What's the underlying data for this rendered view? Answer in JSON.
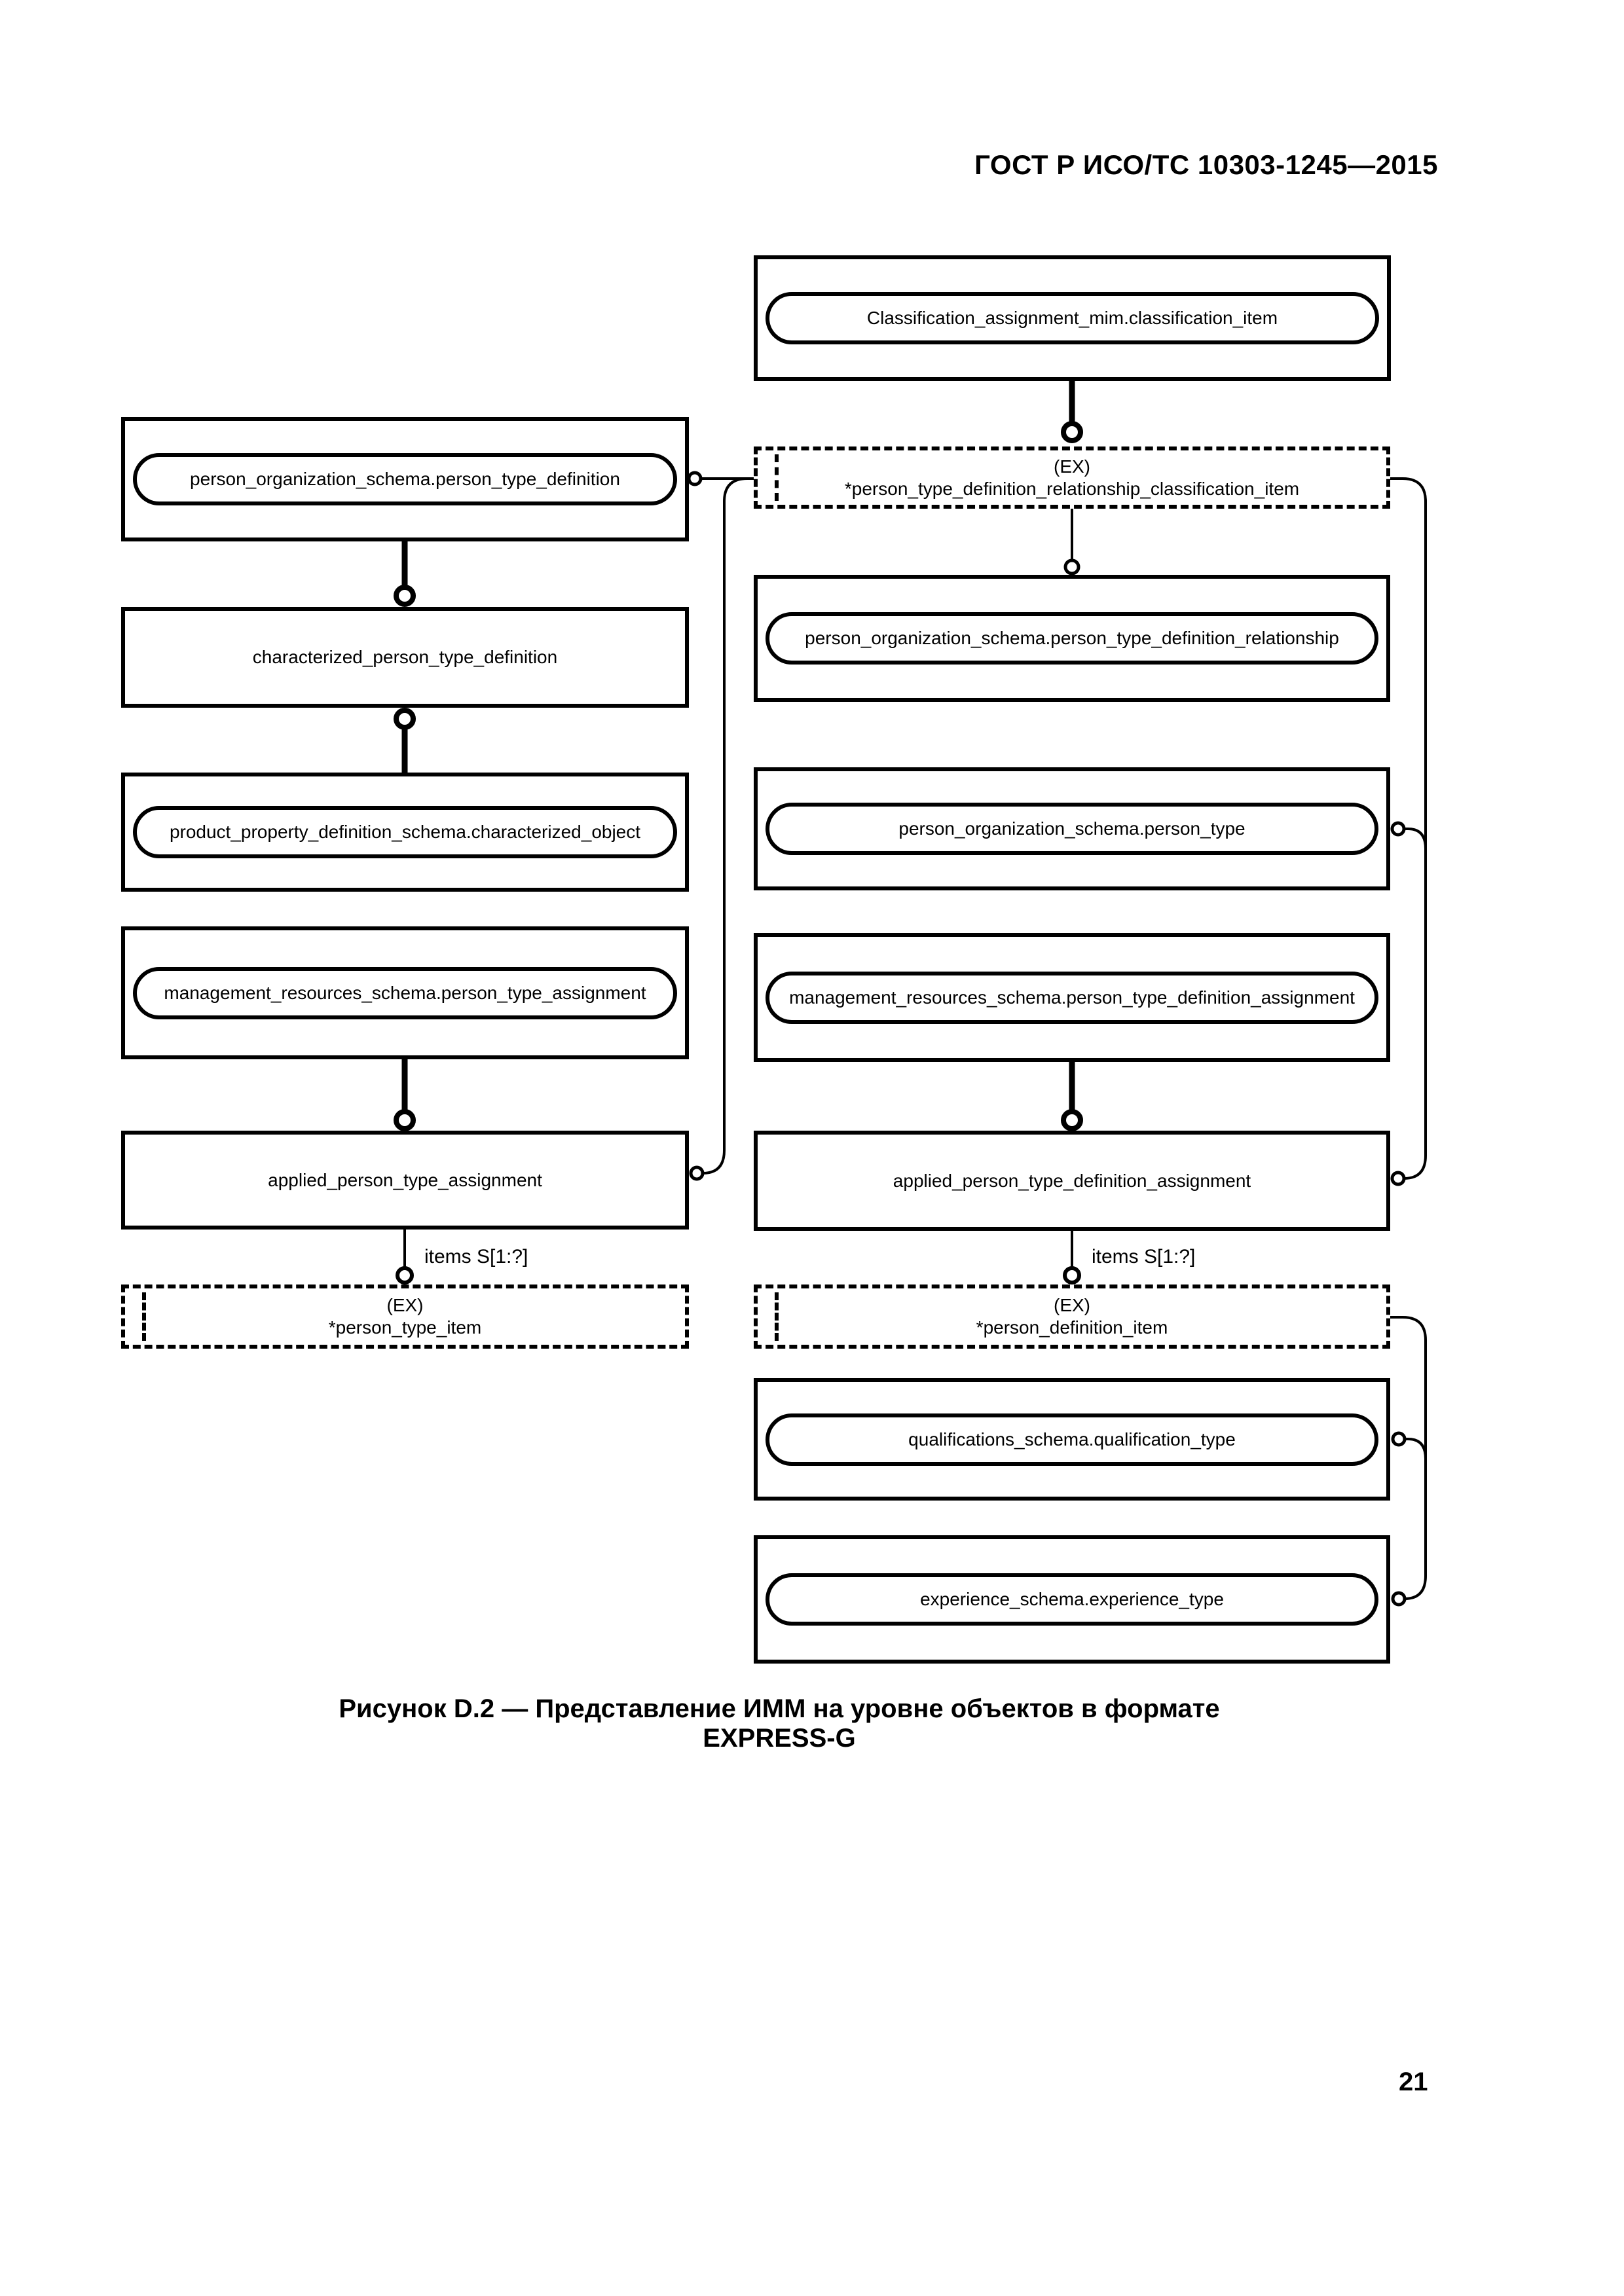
{
  "header": {
    "title": "ГОСТ Р ИСО/ТС 10303-1245—2015"
  },
  "figure": {
    "caption": "Рисунок D.2 — Представление ИММ на уровне объектов в формате EXPRESS-G"
  },
  "footer": {
    "page_number": "21"
  },
  "diagram": {
    "boxes": {
      "classification_item": {
        "label": "Classification_assignment_mim.classification_item",
        "kind": "referenced-entity"
      },
      "select_classification_item": {
        "line1": "(EX)",
        "line2": "*person_type_definition_relationship_classification_item",
        "kind": "select-type"
      },
      "person_type_definition": {
        "label": "person_organization_schema.person_type_definition",
        "kind": "referenced-entity"
      },
      "characterized_person_type_definition": {
        "label": "characterized_person_type_definition",
        "kind": "entity"
      },
      "characterized_object": {
        "label": "product_property_definition_schema.characterized_object",
        "kind": "referenced-entity"
      },
      "person_type_assignment": {
        "label": "management_resources_schema.person_type_assignment",
        "kind": "referenced-entity"
      },
      "applied_person_type_assignment": {
        "label": "applied_person_type_assignment",
        "kind": "entity"
      },
      "select_person_type_item": {
        "line1": "(EX)",
        "line2": "*person_type_item",
        "kind": "select-type"
      },
      "person_type_definition_relationship": {
        "label": "person_organization_schema.person_type_definition_relationship",
        "kind": "referenced-entity"
      },
      "person_type": {
        "label": "person_organization_schema.person_type",
        "kind": "referenced-entity"
      },
      "person_type_definition_assignment": {
        "label": "management_resources_schema.person_type_definition_assignment",
        "kind": "referenced-entity"
      },
      "applied_person_type_definition_assignment": {
        "label": "applied_person_type_definition_assignment",
        "kind": "entity"
      },
      "select_person_definition_item": {
        "line1": "(EX)",
        "line2": "*person_definition_item",
        "kind": "select-type"
      },
      "qualification_type": {
        "label": "qualifications_schema.qualification_type",
        "kind": "referenced-entity"
      },
      "experience_type": {
        "label": "experience_schema.experience_type",
        "kind": "referenced-entity"
      }
    },
    "edge_labels": {
      "items_left": "items S[1:?]",
      "items_right": "items S[1:?]"
    }
  }
}
